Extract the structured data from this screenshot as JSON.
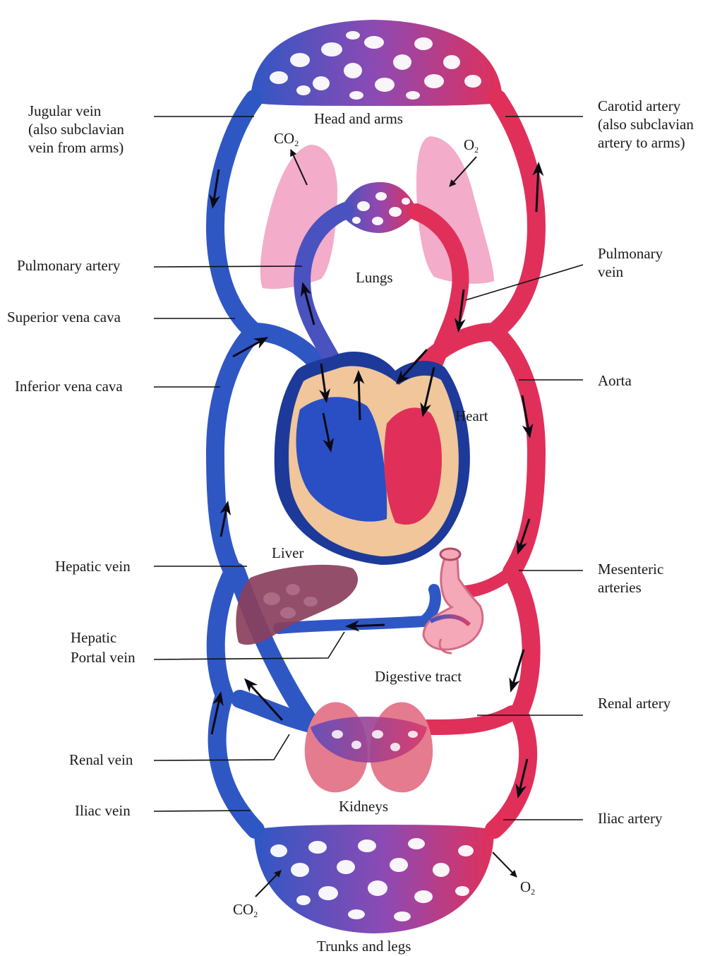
{
  "colors": {
    "venous": "#2f57c4",
    "venous_dark": "#1d3a9a",
    "arterial": "#e0305a",
    "arterial_dark": "#b51f45",
    "mixed": "#8e4ab3",
    "lung": "#f2a3c3",
    "heart_wall": "#f0c69a",
    "liver": "#8a3f5c",
    "kidney": "#e57b8e"
  },
  "labels_left": {
    "jugular_1": "Jugular vein",
    "jugular_2": "(also subclavian",
    "jugular_3": "vein from arms)",
    "pulmonary_artery": "Pulmonary artery",
    "superior_vena_cava": "Superior vena cava",
    "inferior_vena_cava": "Inferior vena cava",
    "hepatic_vein": "Hepatic vein",
    "hepatic_portal_1": "Hepatic",
    "hepatic_portal_2": "Portal vein",
    "renal_vein": "Renal vein",
    "iliac_vein": "Iliac vein"
  },
  "labels_right": {
    "carotid_1": "Carotid artery",
    "carotid_2": "(also subclavian",
    "carotid_3": "artery to arms)",
    "pulmonary_vein_1": "Pulmonary",
    "pulmonary_vein_2": "vein",
    "aorta": "Aorta",
    "mesenteric_1": "Mesenteric",
    "mesenteric_2": "arteries",
    "renal_artery": "Renal artery",
    "iliac_artery": "Iliac artery"
  },
  "organs": {
    "head_and_arms": "Head and arms",
    "lungs": "Lungs",
    "heart": "Heart",
    "liver": "Liver",
    "digestive_tract": "Digestive tract",
    "kidneys": "Kidneys",
    "trunks_and_legs": "Trunks and legs"
  },
  "gases": {
    "co2_main": "CO",
    "o2_main": "O",
    "subscript": "2"
  }
}
